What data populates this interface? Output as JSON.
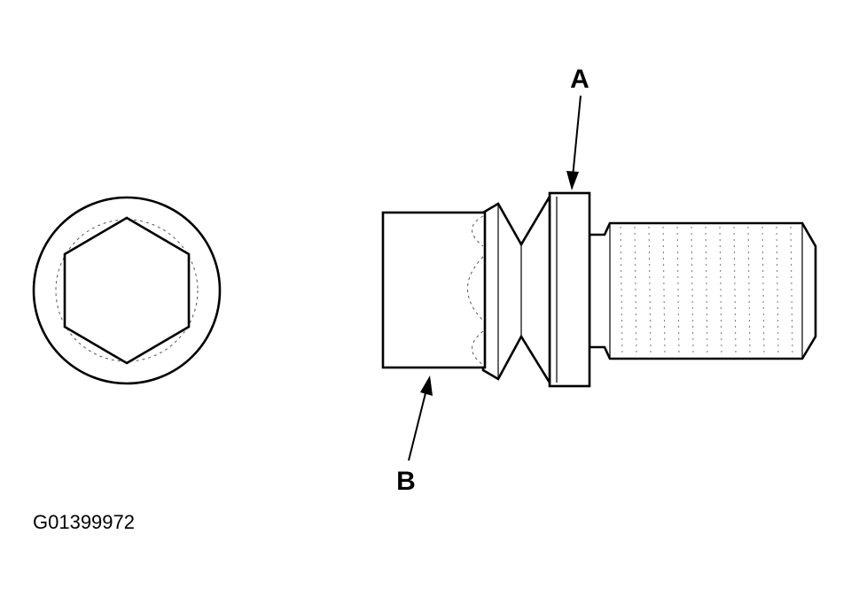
{
  "diagram": {
    "callouts": {
      "a": "A",
      "b": "B"
    },
    "figure_id": "G01399972"
  },
  "colors": {
    "ink": "#000000",
    "background": "#ffffff"
  }
}
